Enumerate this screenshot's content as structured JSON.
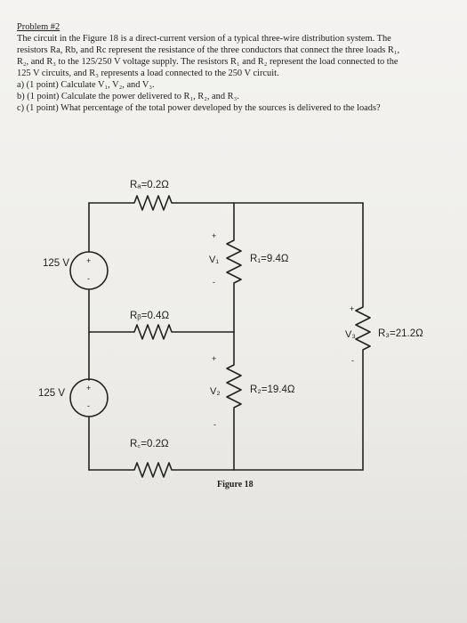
{
  "problem": {
    "title": "Problem #2",
    "lines": [
      "The circuit in the Figure 18 is a direct-current version of a typical three-wire distribution system. The",
      "resistors Ra, Rb, and Rc represent the resistance of the three conductors that connect the three loads R₁,",
      "R₂, and R₃ to the 125/250 V voltage supply. The resistors R₁ and R₂ represent the load connected to the",
      "125 V circuits, and R₃ represents a load connected to the 250 V circuit."
    ],
    "questions": [
      "a)  (1 point) Calculate V₁, V₂, and V₃.",
      "b)  (1 point) Calculate the power delivered to R₁, R₂, and R₃.",
      "c)  (1 point) What percentage of the total power developed by the sources is delivered to the loads?"
    ]
  },
  "circuit": {
    "ra_label": "Rₐ=0.2Ω",
    "rb_label": "Rᵦ=0.4Ω",
    "rc_label": "R꜀=0.2Ω",
    "r1_label": "R₁=9.4Ω",
    "r2_label": "R₂=19.4Ω",
    "r3_label": "R₃=21.2Ω",
    "v1_label": "V₁",
    "v2_label": "V₂",
    "v3_label": "V₃",
    "source_top_label": "125 V",
    "source_bottom_label": "125 V",
    "plus": "+",
    "minus": "-",
    "figure_caption": "Figure 18"
  }
}
